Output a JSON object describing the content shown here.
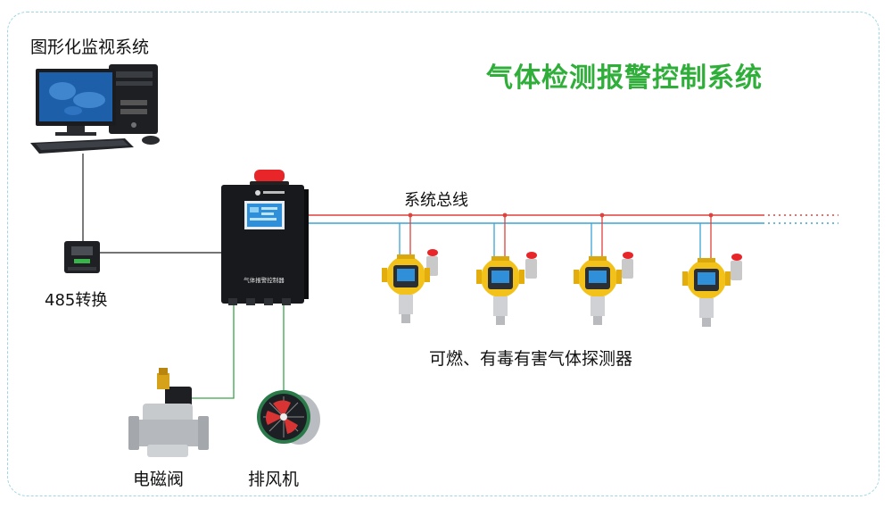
{
  "title": "气体检测报警控制系统",
  "labels": {
    "monitor_system": "图形化监视系统",
    "converter": "485转换",
    "bus": "系统总线",
    "detectors": "可燃、有毒有害气体探测器",
    "valve": "电磁阀",
    "fan": "排风机",
    "controller_panel": "气体报警控制器"
  },
  "colors": {
    "title": "#2fae3a",
    "bus_red": "#e0413b",
    "bus_blue": "#3aa3d6",
    "wire_green": "#3aa34a",
    "wire_black": "#222222",
    "detector_yellow": "#f2c21a",
    "controller_body": "#17191c",
    "screen": "#2f8fd8",
    "alarm_lamp": "#e8262a"
  },
  "icons": [
    "computer-workstation-icon",
    "converter-module-icon",
    "controller-cabinet-icon",
    "gas-detector-icon",
    "solenoid-valve-icon",
    "exhaust-fan-icon"
  ]
}
